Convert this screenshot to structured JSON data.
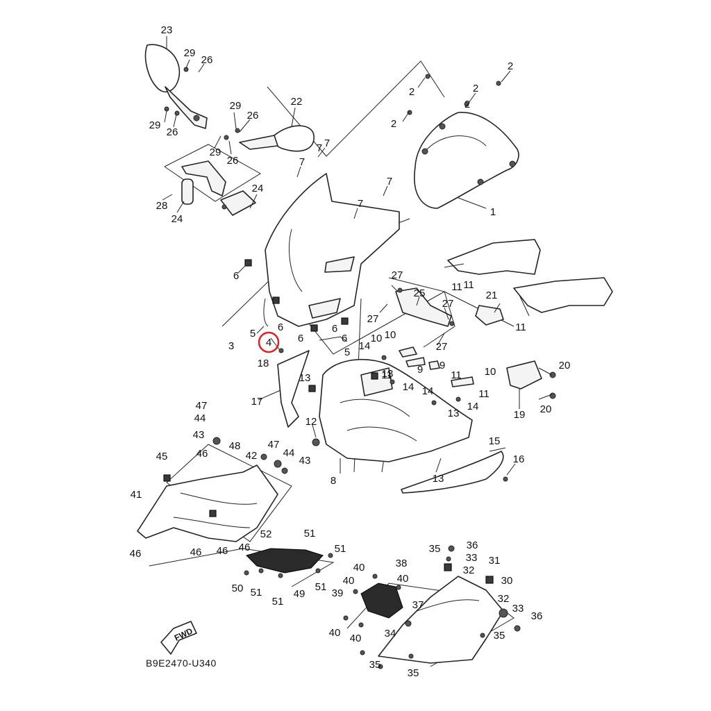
{
  "diagram": {
    "reference_code": "B9E2470-U340",
    "fwd_label": "FWD",
    "highlight_color": "#e02020",
    "highlighted_callout": "4",
    "callouts": [
      "1",
      "2",
      "2",
      "2",
      "2",
      "2",
      "3",
      "4",
      "5",
      "5",
      "6",
      "6",
      "6",
      "6",
      "6",
      "7",
      "7",
      "7",
      "7",
      "7",
      "8",
      "9",
      "9",
      "10",
      "10",
      "10",
      "11",
      "11",
      "11",
      "11",
      "11",
      "11",
      "12",
      "13",
      "13",
      "13",
      "13",
      "14",
      "14",
      "14",
      "14",
      "15",
      "16",
      "17",
      "18",
      "19",
      "20",
      "20",
      "21",
      "22",
      "23",
      "24",
      "24",
      "25",
      "26",
      "26",
      "26",
      "26",
      "27",
      "27",
      "27",
      "27",
      "28",
      "29",
      "29",
      "29",
      "29",
      "30",
      "31",
      "32",
      "32",
      "33",
      "33",
      "34",
      "35",
      "35",
      "35",
      "35",
      "36",
      "36",
      "37",
      "38",
      "39",
      "40",
      "40",
      "40",
      "40",
      "40",
      "41",
      "42",
      "43",
      "43",
      "44",
      "44",
      "45",
      "46",
      "46",
      "46",
      "46",
      "46",
      "47",
      "47",
      "48",
      "49",
      "50",
      "51",
      "51",
      "51",
      "51",
      "51",
      "52"
    ]
  }
}
